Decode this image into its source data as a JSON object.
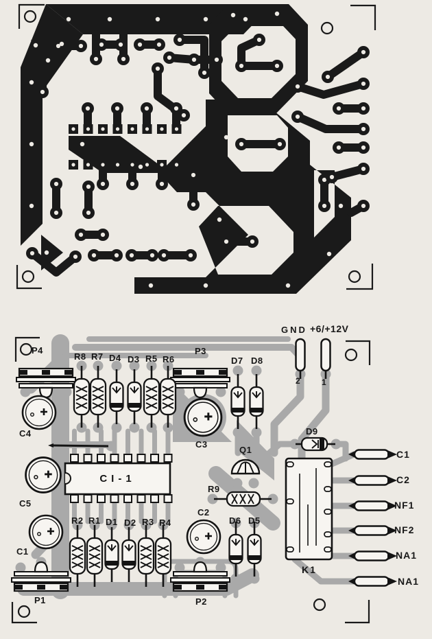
{
  "bottom_board": {
    "power": {
      "gnd": "GND",
      "supply": "+6/+12V",
      "pin_1": "1",
      "pin_2": "2"
    },
    "components": {
      "p4": "P4",
      "r8": "R8",
      "r7": "R7",
      "d4": "D4",
      "d3": "D3",
      "r5": "R5",
      "r6": "R6",
      "p3": "P3",
      "d7": "D7",
      "d8": "D8",
      "c4": "C4",
      "c3": "C3",
      "d9": "D9",
      "q1": "Q1",
      "c5": "C5",
      "ci1": "CI-1",
      "r9": "R9",
      "c2": "C2",
      "d6": "D6",
      "d5": "D5",
      "r2": "R2",
      "r1": "R1",
      "d1": "D1",
      "d2": "D2",
      "r3": "R3",
      "r4": "R4",
      "c1": "C1",
      "p1": "P1",
      "p2": "P2",
      "k1": "K1"
    },
    "terminals": [
      "C1",
      "C2",
      "NF1",
      "NF2",
      "NA1",
      "NA1"
    ]
  }
}
